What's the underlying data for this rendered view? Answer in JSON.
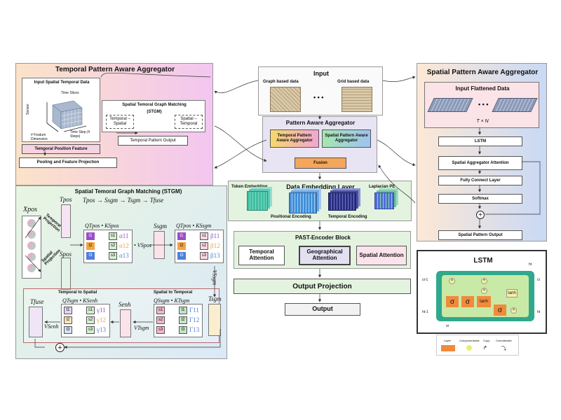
{
  "tpa": {
    "title": "Temporal Pattern Aware Aggregator",
    "input_title": "Input Spatial Temporal Data",
    "time_slices": "Time Slices",
    "sensor": "Sensor",
    "feature_dimension": "# Feature Dimension",
    "time_steps": "Time Step (# Steps)",
    "stgm_title": "Spatial Temoral Graph Matching",
    "stgm_abbr": "(STGM)",
    "temporal_spatial": "Temporal – Spatial",
    "spatial_temporal": "Spatial – Temporal",
    "output": "Temporal Pattern Output",
    "position_feature": "Temporal Position Feature",
    "pooling": "Pooling and Feature Projection"
  },
  "input": {
    "title": "Input",
    "graph": "Graph based data",
    "grid": "Grid based data",
    "dots": "• • •"
  },
  "paa": {
    "title": "Pattern Aware Aggregator",
    "temporal": "Temporal Pattern Aware Aggregator",
    "spatial": "Spatial Pattern Aware Aggregator",
    "fusion": "Fusion"
  },
  "spa": {
    "title": "Spatial Pattern Aware Aggregator",
    "input_flat": "Input Flattened Data",
    "dims": "T × N",
    "dots": "• • •",
    "lstm": "LSTM",
    "attention": "Spatial Aggregator Attention",
    "fc": "Fully Connect Layer",
    "softmax": "Softmax",
    "plus": "+",
    "output": "Spatial Pattern Output"
  },
  "stgm": {
    "title": "Spatial Temoral Graph Matching (STGM)",
    "formula": "Tpos → Ssgm → Tsgm → Tfuse",
    "xpos": "Xpos",
    "tpos": "Tpos",
    "spos": "Spos",
    "temporal_projection": "Temporal Projection",
    "spatial_projection": "Spatial Projection",
    "q_tpos_k_spos": "QTpos • KSpos",
    "alphas": [
      "α11",
      "α12",
      "α13"
    ],
    "v_spos": "• VSpos",
    "ssgm": "Ssgm",
    "q_tpos_k_ssgm": "QTpos • KSsgm",
    "betas": [
      "β11",
      "β12",
      "β13"
    ],
    "v_ssgm": "VSsgm",
    "t_labels": [
      "t1",
      "t2",
      "t3"
    ],
    "s_labels": [
      "s1",
      "s2",
      "s3"
    ],
    "temporal_to_spatial": "Temporal to Spatial",
    "spatial_to_temporal": "Spatial to Temporal",
    "q_tsgm_k_senh": "QTsgm • KSenh",
    "gammas": [
      "γ11",
      "γ12",
      "γ13"
    ],
    "senh": "Senh",
    "q_ssgm_k_tsgm": "QSsgm • KTsgm",
    "Gammas": [
      "Γ11",
      "Γ12",
      "Γ13"
    ],
    "tsgm": "Tsgm",
    "tfuse": "Tfuse",
    "v_senh": "VSenh",
    "v_tsgm": "VTsgm",
    "plus": "+"
  },
  "embedding": {
    "title": "Data Embedding Layer",
    "token": "Token Embedding",
    "positional": "Positional Encoding",
    "temporal": "Temporal Encoding",
    "laplacian": "Laplacian PE"
  },
  "encoder": {
    "title": "PAST-Encoder Block",
    "temporal": "Temporal Attention",
    "geographical": "Geographical Attention",
    "spatial": "Spatial Attention"
  },
  "output_projection": "Output Projection",
  "output": "Output",
  "lstm": {
    "title": "LSTM",
    "c_prev": "ct-1",
    "c_t": "ct",
    "h_prev": "ht-1",
    "h_t": "ht",
    "h_top": "ht",
    "x_t": "xt",
    "sigma": "σ",
    "tanh": "tanh",
    "times": "×",
    "plus": "+"
  },
  "legend": {
    "layer": "Layer",
    "componentwise": "Componentwise",
    "copy": "Copy",
    "concatenate": "Concatenate"
  },
  "colors": {
    "tpa_bg_left": "#fbe3c8",
    "tpa_bg_right": "#f3c6f0",
    "stgm_bg": "#e4f3df",
    "spa_bg_left": "#fde8d6",
    "spa_bg_right": "#c9d9f5",
    "lstm_bg": "#2fa88c",
    "lstm_inner": "#c9e9a6",
    "lstm_gate": "#f08a3c",
    "fusion": "#f3a65c"
  }
}
